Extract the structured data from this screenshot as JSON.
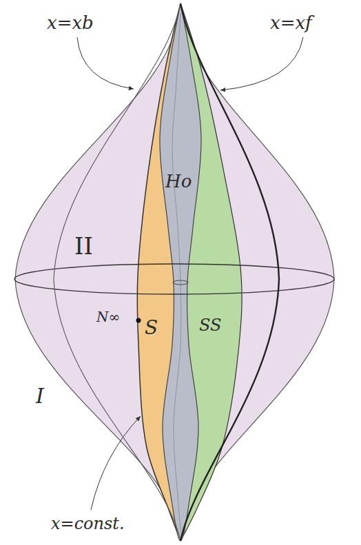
{
  "diagram": {
    "labels": [
      "x=xb",
      "x=xf",
      "Ho",
      "II",
      "N∞",
      "S",
      "SS",
      "I",
      "x=const."
    ]
  }
}
